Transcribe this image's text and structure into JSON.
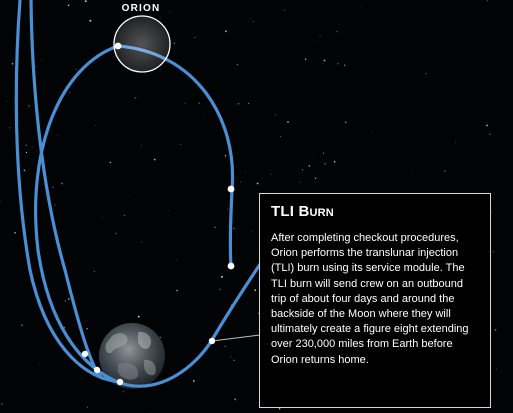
{
  "scene": {
    "spacecraft_label": "ORION",
    "icons": {
      "earth": "earth-globe-icon",
      "spacecraft_marker": "orion-position-ring-icon"
    },
    "colors": {
      "background": "#020305",
      "trajectory": "#4a8fd4",
      "marker": "#ffffff"
    }
  },
  "info_box": {
    "title": "TLI Burn",
    "body": "After completing checkout procedures, Orion performs the translunar injection (TLI) burn using its service module. The TLI burn will send crew on an outbound trip of about four days and around the backside of the Moon where they will ultimately create a figure eight extending over 230,000 miles from Earth before Orion returns home."
  }
}
